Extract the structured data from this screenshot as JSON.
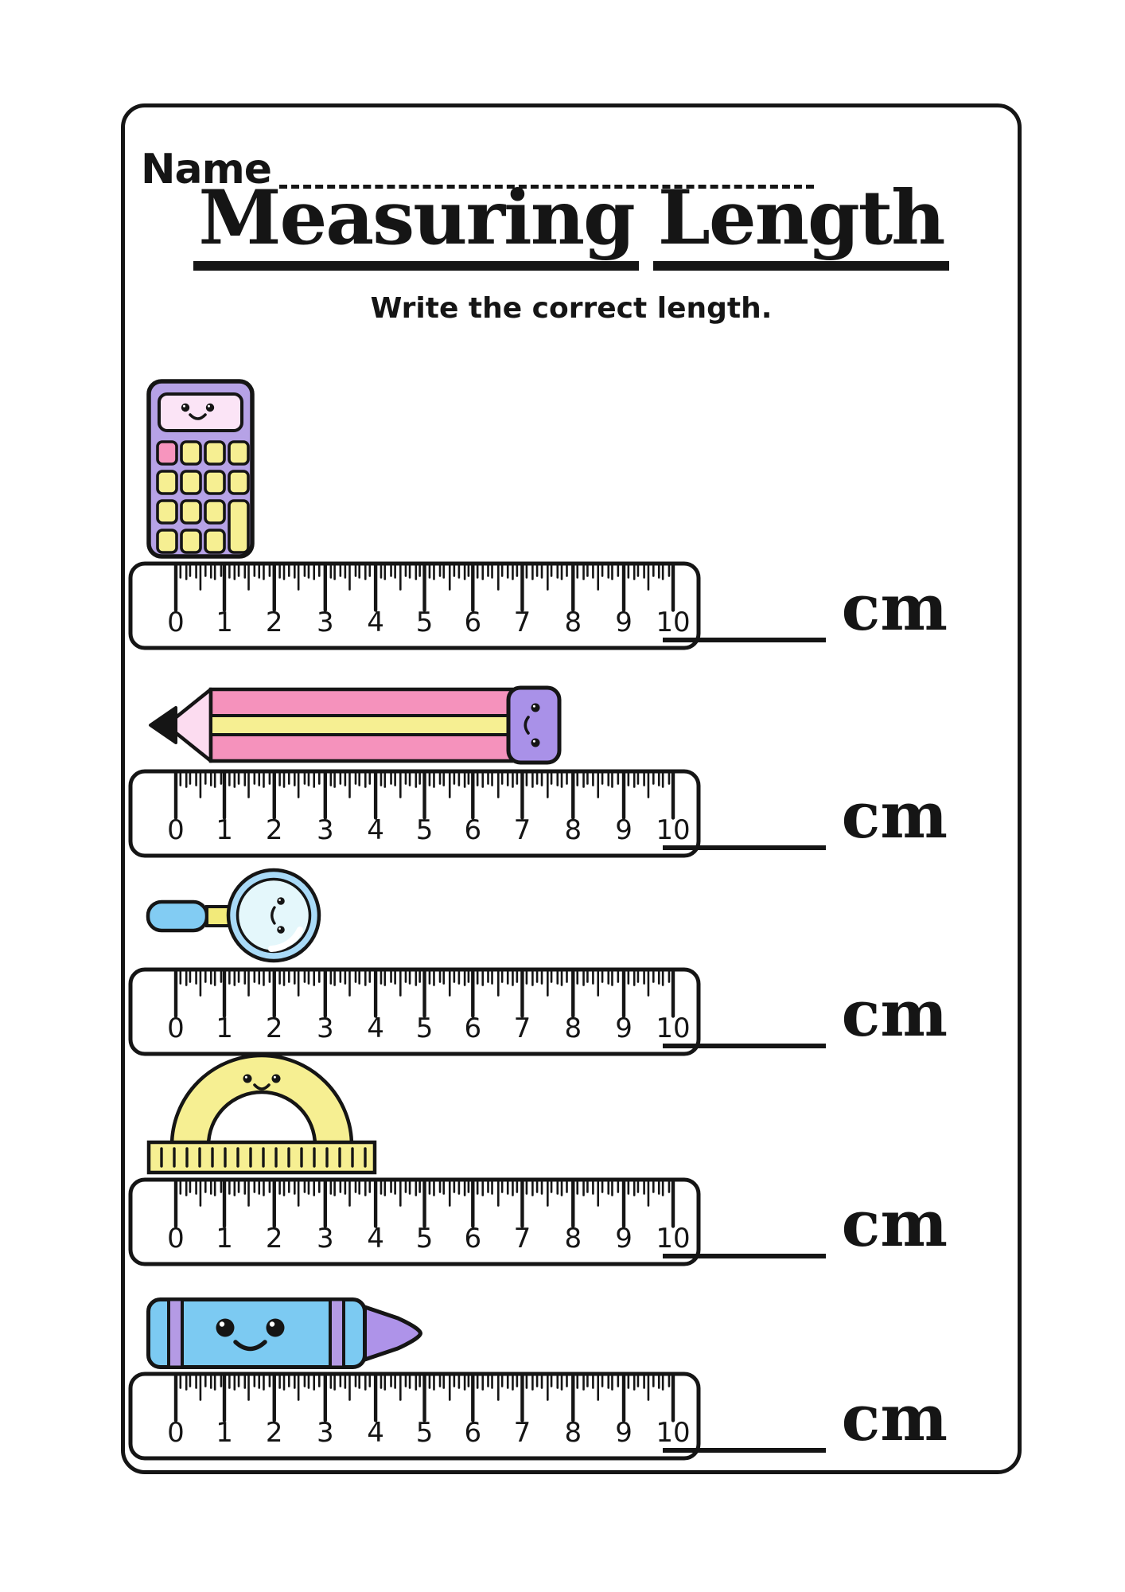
{
  "page": {
    "name_label": "Name",
    "title": "Measuring Length",
    "title_words": [
      "Measuring",
      "Length"
    ],
    "subtitle": "Write the correct length."
  },
  "ruler": {
    "unit": "cm",
    "marks": [
      "0",
      "1",
      "2",
      "3",
      "4",
      "5",
      "6",
      "7",
      "8",
      "9",
      "10"
    ],
    "minor_ticks_per_cm": 10
  },
  "rows": [
    {
      "object": "calculator",
      "unit_label": "cm",
      "answer": ""
    },
    {
      "object": "pencil",
      "unit_label": "cm",
      "answer": ""
    },
    {
      "object": "magnifying-glass",
      "unit_label": "cm",
      "answer": ""
    },
    {
      "object": "protractor",
      "unit_label": "cm",
      "answer": ""
    },
    {
      "object": "crayon",
      "unit_label": "cm",
      "answer": ""
    }
  ],
  "colors": {
    "ink": "#151515",
    "calc-body": "#b6a2e6",
    "calc-screen": "#fbe4f6",
    "calc-btn-yellow": "#f6ef92",
    "calc-btn-pink": "#f795be",
    "pencil-body": "#f592bc",
    "pencil-stripe": "#f6ef92",
    "pencil-wood": "#fcdcf0",
    "pencil-eraser": "#a991e8",
    "mag-handle": "#82ccf3",
    "mag-connector": "#f2ea7a",
    "mag-ring": "#a9daf7",
    "mag-lens": "#e4f7fb",
    "protractor-body": "#f6ef92",
    "crayon-body": "#7ccaf2",
    "crayon-stripe": "#b49ae4",
    "crayon-tip": "#ae93e9"
  }
}
